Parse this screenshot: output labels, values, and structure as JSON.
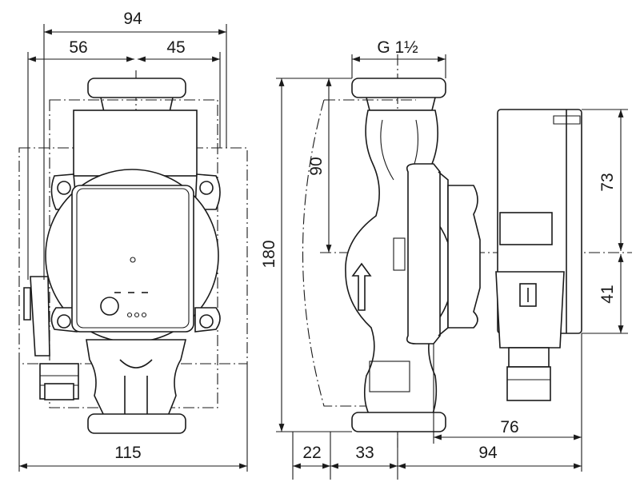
{
  "dimensions": {
    "top_overall": "94",
    "top_left": "56",
    "top_right": "45",
    "thread_size": "G 1½",
    "bottom_left_width": "115",
    "height_overall": "180",
    "upper_height": "90",
    "motor_upper": "73",
    "motor_lower": "41",
    "motor_depth": "76",
    "offset_a": "22",
    "offset_b": "33",
    "overall_depth": "94"
  },
  "symbols": {
    "flow_arrow": "arrow-up-icon"
  }
}
